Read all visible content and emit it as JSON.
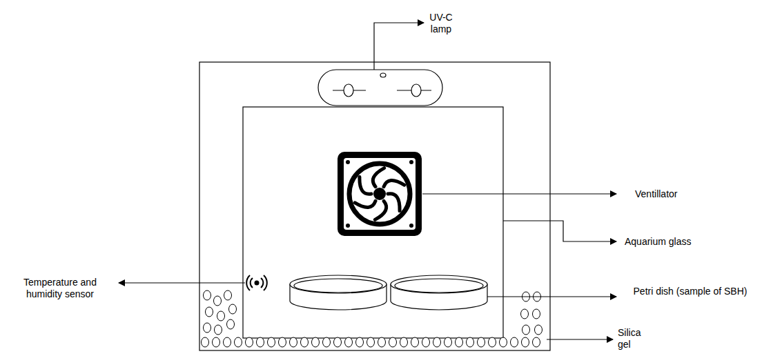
{
  "diagram": {
    "labels": [
      "UV-C lamp",
      "Ventillator",
      "Aquarium glass",
      "Temperature and humidity sensor",
      "Petri dish (sample of SBH)",
      "Silica gel"
    ]
  }
}
